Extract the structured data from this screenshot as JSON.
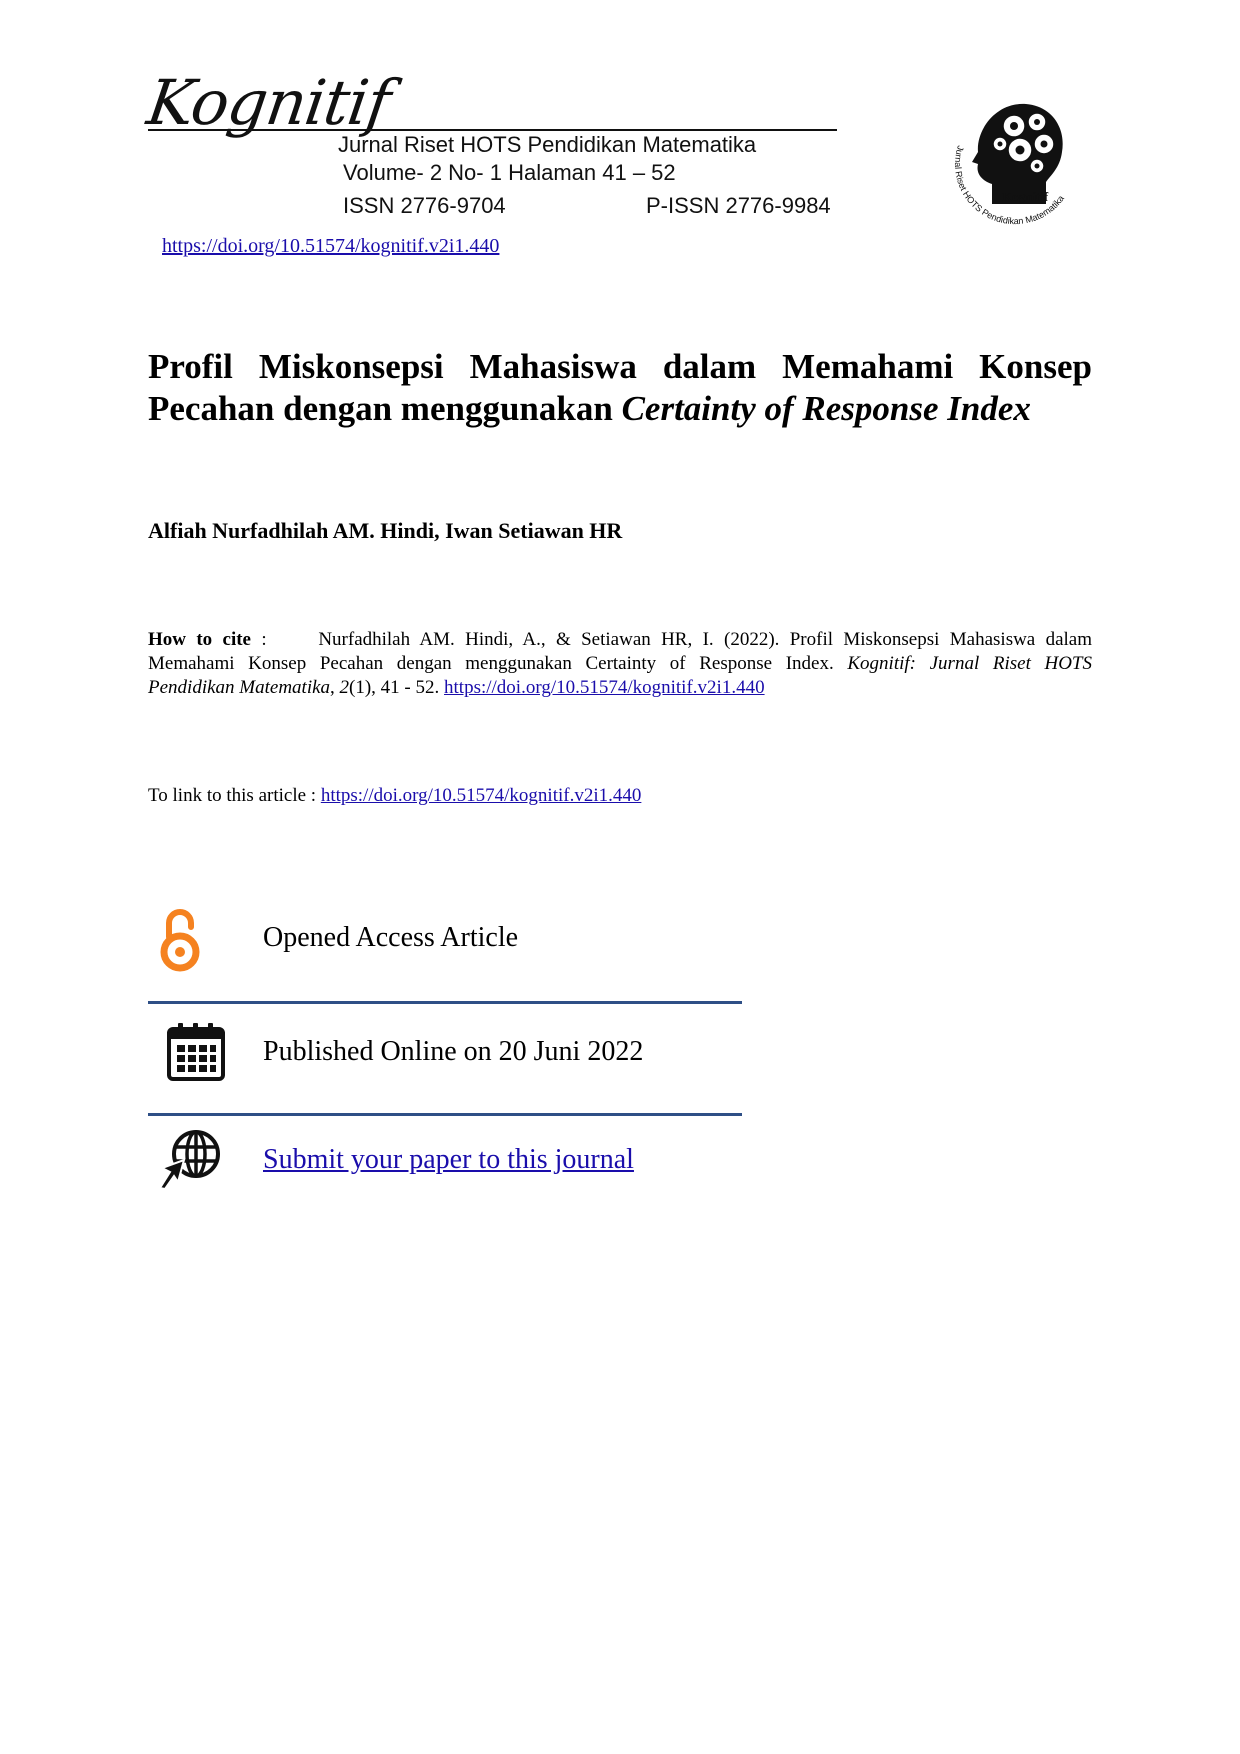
{
  "header": {
    "logo_text": "Kognitif",
    "journal_name": "Jurnal Riset HOTS Pendidikan Matematika",
    "volume_line": "Volume- 2 No- 1 Halaman  41 – 52",
    "issn": "ISSN 2776-9704",
    "pissn": "P-ISSN 2776-9984",
    "doi_link": "https://doi.org/10.51574/kognitif.v2i1.440",
    "seal": {
      "center_text": "Kognitif",
      "ring_text": "Jurnal Riset HOTS Pendidikan Matematika"
    }
  },
  "article": {
    "title_line1": "Profil Miskonsepsi Mahasiswa dalam Memahami Konsep",
    "title_line2_plain": "Pecahan dengan menggunakan ",
    "title_line2_italic": "Certainty of Response Index",
    "authors": "Alfiah Nurfadhilah AM. Hindi, Iwan Setiawan HR"
  },
  "citation": {
    "label": "How to cite",
    "separator": " :     ",
    "text_part1": "Nurfadhilah AM. Hindi, A., & Setiawan HR, I. (2022). Profil Miskonsepsi Mahasiswa dalam",
    "text_part2": "Memahami Konsep Pecahan dengan menggunakan Certainty of Response Index. ",
    "journal_italic": "Kognitif: Jurnal Riset HOTS",
    "journal_italic_2": "Pendidikan Matematika",
    "volume_sep": ", ",
    "volume_italic": "2",
    "issue_pages": "(1), 41 - 52. ",
    "doi": "https://doi.org/10.51574/kognitif.v2i1.440"
  },
  "link_to_article": {
    "label": "To link to this article : ",
    "url": "https://doi.org/10.51574/kognitif.v2i1.440"
  },
  "info": {
    "open_access": "Opened Access Article",
    "published": "Published Online on 20 Juni 2022",
    "submit": "Submit your paper to this journal"
  },
  "icons": {
    "open_access": "open-access-icon",
    "calendar": "calendar-icon",
    "submit": "globe-cursor-icon"
  },
  "colors": {
    "link": "#1a0dab",
    "open_access": "#f58220",
    "divider": "#2e4f86"
  }
}
